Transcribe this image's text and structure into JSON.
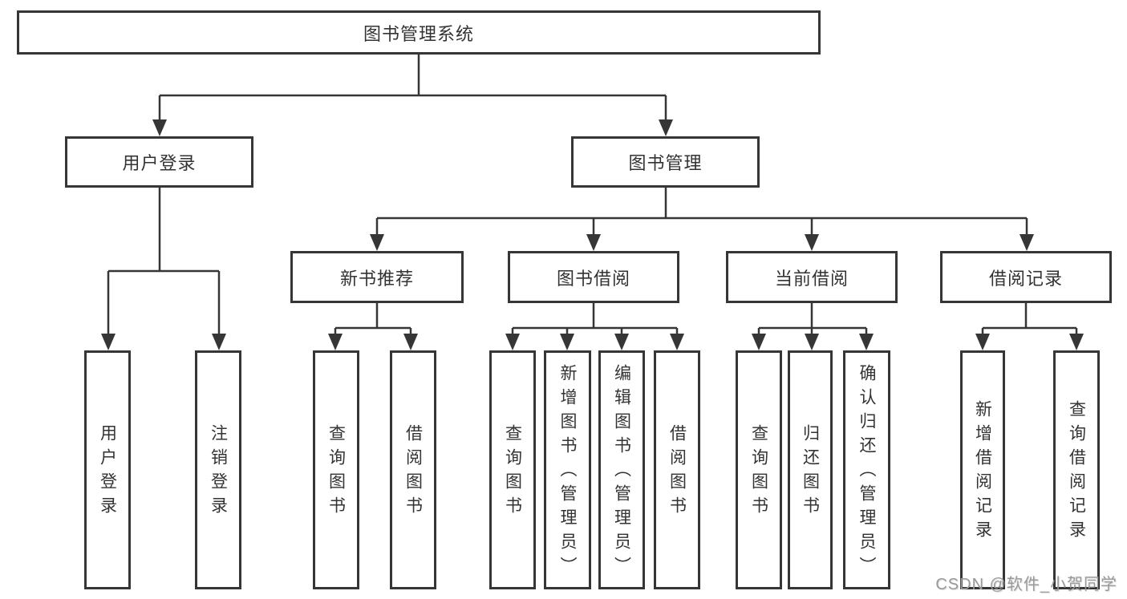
{
  "tree": {
    "label": "图书管理系统",
    "children": [
      {
        "label": "用户登录",
        "children": [
          {
            "label": "用户登录"
          },
          {
            "label": "注销登录"
          }
        ]
      },
      {
        "label": "图书管理",
        "children": [
          {
            "label": "新书推荐",
            "children": [
              {
                "label": "查询图书"
              },
              {
                "label": "借阅图书"
              }
            ]
          },
          {
            "label": "图书借阅",
            "children": [
              {
                "label": "查询图书"
              },
              {
                "label": "新增图书（管理员）"
              },
              {
                "label": "编辑图书（管理员）"
              },
              {
                "label": "借阅图书"
              }
            ]
          },
          {
            "label": "当前借阅",
            "children": [
              {
                "label": "查询图书"
              },
              {
                "label": "归还图书"
              },
              {
                "label": "确认归还（管理员）"
              }
            ]
          },
          {
            "label": "借阅记录",
            "children": [
              {
                "label": "新增借阅记录"
              },
              {
                "label": "查询借阅记录"
              }
            ]
          }
        ]
      }
    ]
  },
  "watermark": {
    "text": "CSDN @软件_小贺同学"
  },
  "colors": {
    "line": "#363636",
    "text": "#333333",
    "background": "#ffffff",
    "watermark": "#9a9a9a"
  }
}
